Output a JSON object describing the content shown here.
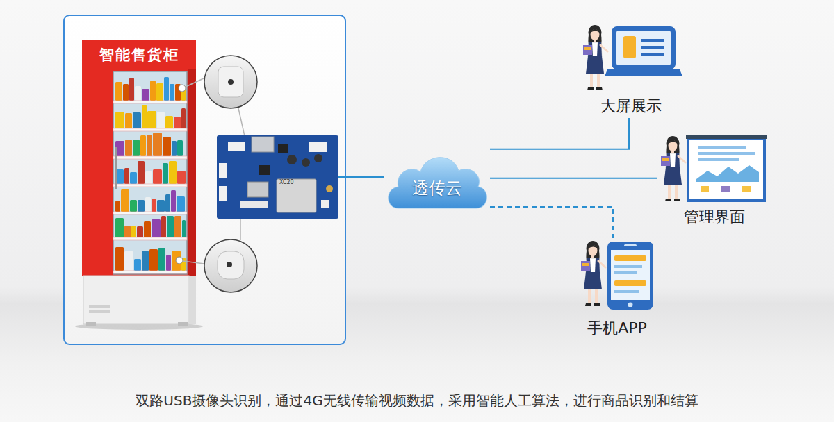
{
  "diagram": {
    "caption": "双路USB摄像头识别，通过4G无线传输视频数据，采用智能人工算法，进行商品识别和结算",
    "nodes": [
      {
        "text": [
          "智能售货柜"
        ]
      },
      {
        "text": [
          "XC20"
        ]
      },
      {
        "text": [
          "透传云"
        ]
      },
      {
        "text": [
          "大屏展示"
        ]
      },
      {
        "text": [
          "管理界面"
        ]
      },
      {
        "text": [
          "手机APP"
        ]
      }
    ],
    "edges": [
      {
        "from": 1,
        "to": 2,
        "arrow": "none"
      },
      {
        "from": 2,
        "to": 3,
        "arrow": "none"
      },
      {
        "from": 2,
        "to": 4,
        "arrow": "none"
      },
      {
        "from": 2,
        "to": 5,
        "arrow": "none"
      }
    ]
  }
}
